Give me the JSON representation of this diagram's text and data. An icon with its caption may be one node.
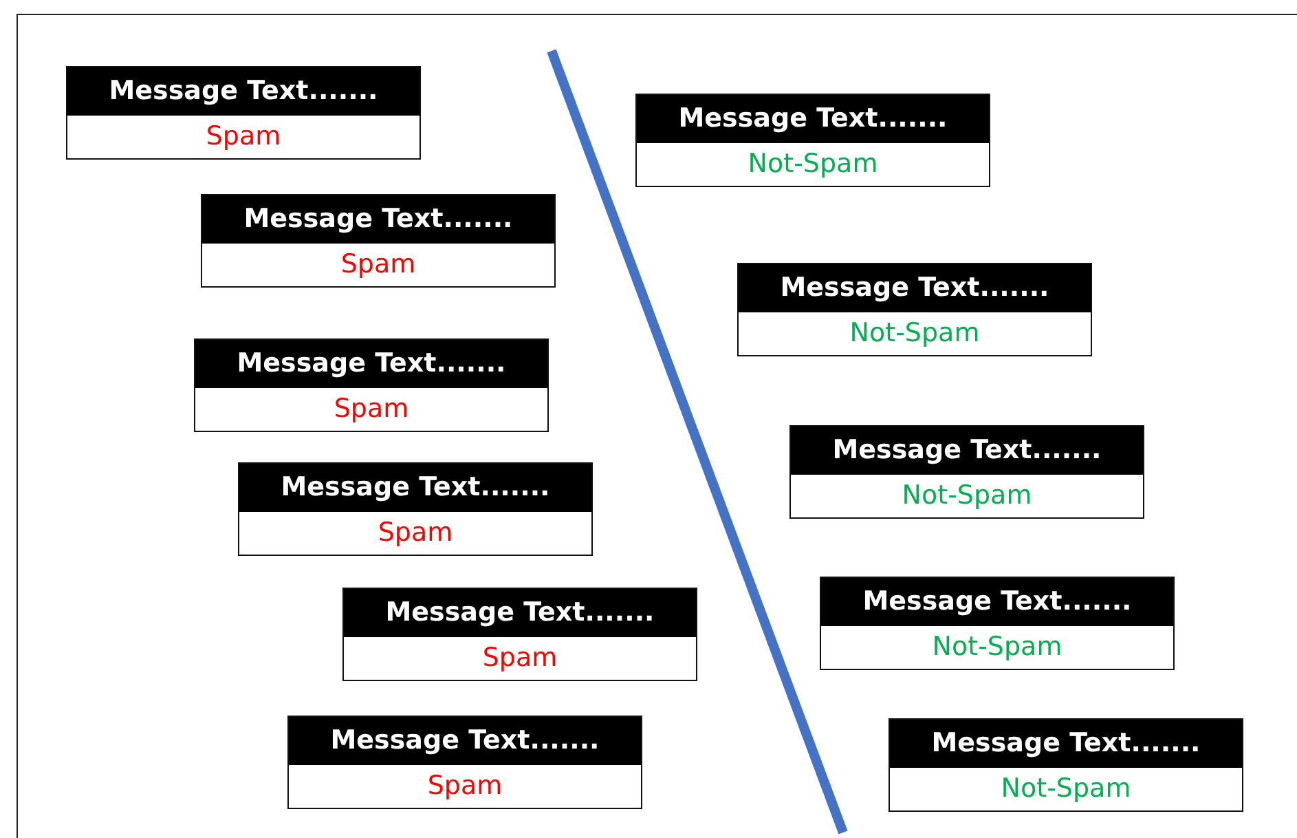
{
  "diagram": {
    "nodes": [
      {
        "text": [
          "Message Text.......",
          "Spam"
        ]
      },
      {
        "text": [
          "Message Text.......",
          "Spam"
        ]
      },
      {
        "text": [
          "Message Text.......",
          "Spam"
        ]
      },
      {
        "text": [
          "Message Text.......",
          "Spam"
        ]
      },
      {
        "text": [
          "Message Text.......",
          "Spam"
        ]
      },
      {
        "text": [
          "Message Text.......",
          "Spam"
        ]
      },
      {
        "text": [
          "Message Text.......",
          "Not-Spam"
        ]
      },
      {
        "text": [
          "Message Text.......",
          "Not-Spam"
        ]
      },
      {
        "text": [
          "Message Text.......",
          "Not-Spam"
        ]
      },
      {
        "text": [
          "Message Text.......",
          "Not-Spam"
        ]
      },
      {
        "text": [
          "Message Text.......",
          "Not-Spam"
        ]
      }
    ],
    "edges": []
  }
}
